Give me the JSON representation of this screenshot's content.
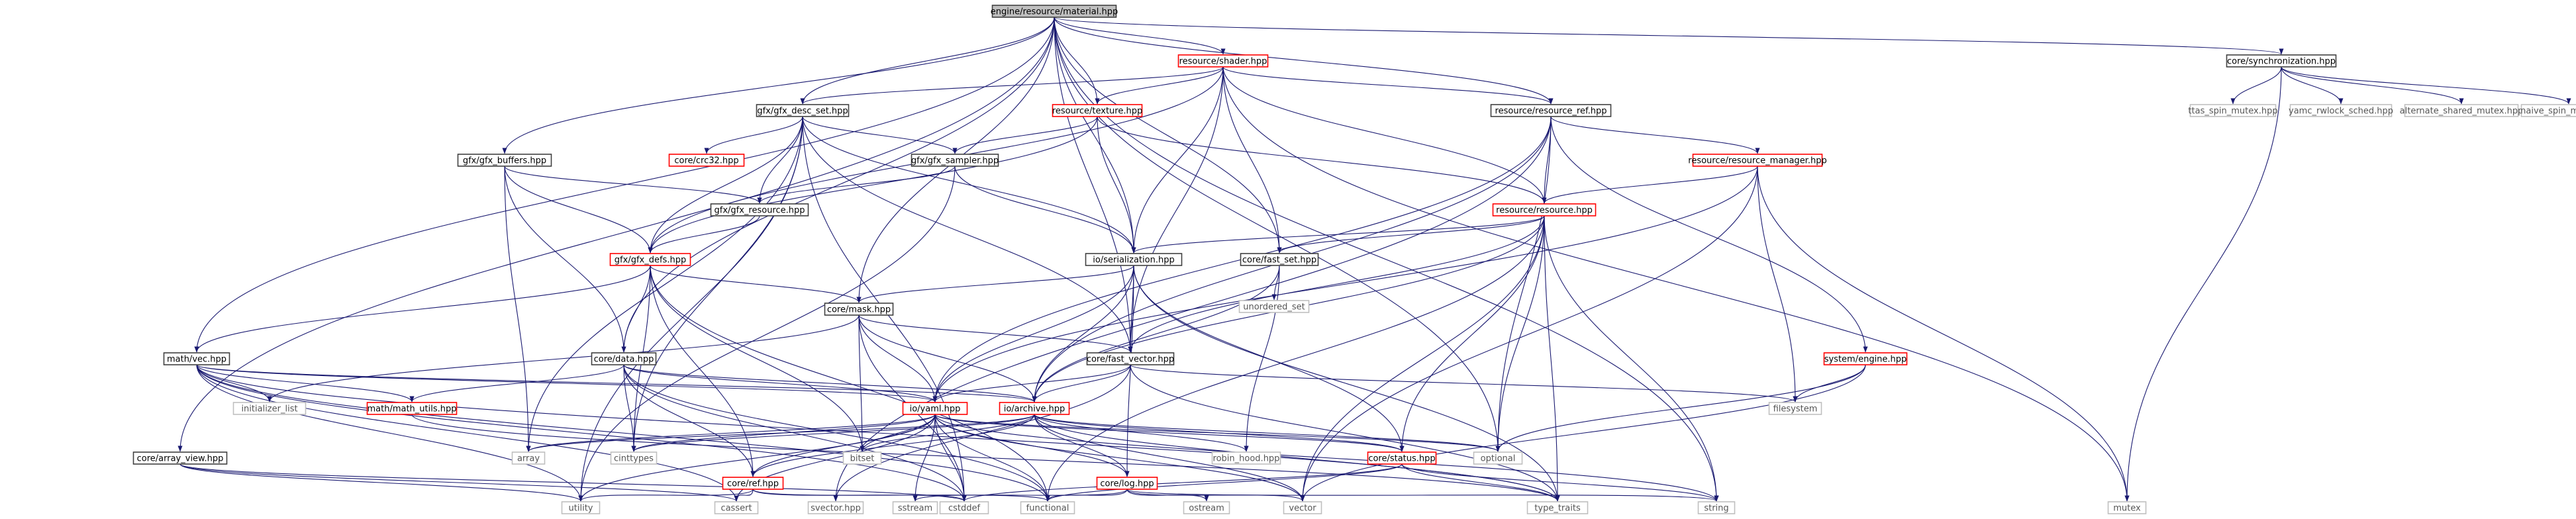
{
  "diagram": {
    "type": "include-dependency-graph",
    "nodes": [
      {
        "id": "n0",
        "label": "engine/resource/material.hpp",
        "kind": "root"
      },
      {
        "id": "n1",
        "label": "core/synchronization.hpp",
        "kind": "int"
      },
      {
        "id": "n2",
        "label": "resource/shader.hpp",
        "kind": "red"
      },
      {
        "id": "n3",
        "label": "gfx/gfx_desc_set.hpp",
        "kind": "int"
      },
      {
        "id": "n4",
        "label": "resource/texture.hpp",
        "kind": "red"
      },
      {
        "id": "n5",
        "label": "resource/resource_ref.hpp",
        "kind": "int"
      },
      {
        "id": "n6",
        "label": "ttas_spin_mutex.hpp",
        "kind": "ext"
      },
      {
        "id": "n7",
        "label": "yamc_rwlock_sched.hpp",
        "kind": "ext"
      },
      {
        "id": "n8",
        "label": "alternate_shared_mutex.hpp",
        "kind": "ext"
      },
      {
        "id": "n9",
        "label": "naive_spin_mutex.hpp",
        "kind": "ext"
      },
      {
        "id": "n10",
        "label": "core/crc32.hpp",
        "kind": "red"
      },
      {
        "id": "n11",
        "label": "gfx/gfx_buffers.hpp",
        "kind": "int"
      },
      {
        "id": "n12",
        "label": "gfx/gfx_sampler.hpp",
        "kind": "int"
      },
      {
        "id": "n13",
        "label": "resource/resource_manager.hpp",
        "kind": "red"
      },
      {
        "id": "n14",
        "label": "gfx/gfx_resource.hpp",
        "kind": "int"
      },
      {
        "id": "n15",
        "label": "resource/resource.hpp",
        "kind": "red"
      },
      {
        "id": "n16",
        "label": "gfx/gfx_defs.hpp",
        "kind": "red"
      },
      {
        "id": "n17",
        "label": "io/serialization.hpp",
        "kind": "int"
      },
      {
        "id": "n18",
        "label": "core/fast_set.hpp",
        "kind": "int"
      },
      {
        "id": "n19",
        "label": "unordered_set",
        "kind": "ext"
      },
      {
        "id": "n20",
        "label": "core/mask.hpp",
        "kind": "int"
      },
      {
        "id": "n21",
        "label": "math/vec.hpp",
        "kind": "int"
      },
      {
        "id": "n22",
        "label": "core/data.hpp",
        "kind": "int"
      },
      {
        "id": "n23",
        "label": "core/fast_vector.hpp",
        "kind": "int"
      },
      {
        "id": "n24",
        "label": "system/engine.hpp",
        "kind": "red"
      },
      {
        "id": "n25",
        "label": "initializer_list",
        "kind": "ext"
      },
      {
        "id": "n26",
        "label": "math/math_utils.hpp",
        "kind": "red"
      },
      {
        "id": "n27",
        "label": "io/yaml.hpp",
        "kind": "red"
      },
      {
        "id": "n28",
        "label": "io/archive.hpp",
        "kind": "red"
      },
      {
        "id": "n29",
        "label": "filesystem",
        "kind": "ext"
      },
      {
        "id": "n30",
        "label": "core/array_view.hpp",
        "kind": "int"
      },
      {
        "id": "n31",
        "label": "array",
        "kind": "ext"
      },
      {
        "id": "n32",
        "label": "cinttypes",
        "kind": "ext"
      },
      {
        "id": "n33",
        "label": "bitset",
        "kind": "ext"
      },
      {
        "id": "n34",
        "label": "robin_hood.hpp",
        "kind": "ext"
      },
      {
        "id": "n35",
        "label": "core/status.hpp",
        "kind": "red"
      },
      {
        "id": "n36",
        "label": "optional",
        "kind": "ext"
      },
      {
        "id": "n37",
        "label": "core/ref.hpp",
        "kind": "red"
      },
      {
        "id": "n38",
        "label": "core/log.hpp",
        "kind": "red"
      },
      {
        "id": "n39",
        "label": "utility",
        "kind": "ext"
      },
      {
        "id": "n40",
        "label": "cassert",
        "kind": "ext"
      },
      {
        "id": "n41",
        "label": "svector.hpp",
        "kind": "ext"
      },
      {
        "id": "n42",
        "label": "sstream",
        "kind": "ext"
      },
      {
        "id": "n43",
        "label": "cstddef",
        "kind": "ext"
      },
      {
        "id": "n44",
        "label": "functional",
        "kind": "ext"
      },
      {
        "id": "n45",
        "label": "ostream",
        "kind": "ext"
      },
      {
        "id": "n46",
        "label": "vector",
        "kind": "ext"
      },
      {
        "id": "n47",
        "label": "type_traits",
        "kind": "ext"
      },
      {
        "id": "n48",
        "label": "string",
        "kind": "ext"
      },
      {
        "id": "n49",
        "label": "mutex",
        "kind": "ext"
      }
    ],
    "edges": [
      [
        "n0",
        "n1"
      ],
      [
        "n0",
        "n2"
      ],
      [
        "n0",
        "n3"
      ],
      [
        "n0",
        "n4"
      ],
      [
        "n0",
        "n5"
      ],
      [
        "n0",
        "n11"
      ],
      [
        "n0",
        "n17"
      ],
      [
        "n0",
        "n18"
      ],
      [
        "n0",
        "n20"
      ],
      [
        "n0",
        "n21"
      ],
      [
        "n0",
        "n22"
      ],
      [
        "n0",
        "n23"
      ],
      [
        "n0",
        "n30"
      ],
      [
        "n0",
        "n36"
      ],
      [
        "n0",
        "n48"
      ],
      [
        "n1",
        "n6"
      ],
      [
        "n1",
        "n7"
      ],
      [
        "n1",
        "n8"
      ],
      [
        "n1",
        "n9"
      ],
      [
        "n1",
        "n49"
      ],
      [
        "n2",
        "n3"
      ],
      [
        "n2",
        "n4"
      ],
      [
        "n2",
        "n5"
      ],
      [
        "n2",
        "n15"
      ],
      [
        "n2",
        "n16"
      ],
      [
        "n2",
        "n17"
      ],
      [
        "n2",
        "n18"
      ],
      [
        "n2",
        "n23"
      ],
      [
        "n2",
        "n49"
      ],
      [
        "n3",
        "n10"
      ],
      [
        "n3",
        "n12"
      ],
      [
        "n3",
        "n14"
      ],
      [
        "n3",
        "n16"
      ],
      [
        "n3",
        "n17"
      ],
      [
        "n3",
        "n23"
      ],
      [
        "n3",
        "n31"
      ],
      [
        "n3",
        "n32"
      ],
      [
        "n3",
        "n39"
      ],
      [
        "n3",
        "n43"
      ],
      [
        "n4",
        "n12"
      ],
      [
        "n4",
        "n15"
      ],
      [
        "n4",
        "n16"
      ],
      [
        "n4",
        "n17"
      ],
      [
        "n5",
        "n13"
      ],
      [
        "n5",
        "n15"
      ],
      [
        "n5",
        "n24"
      ],
      [
        "n5",
        "n27"
      ],
      [
        "n5",
        "n28"
      ],
      [
        "n5",
        "n36"
      ],
      [
        "n5",
        "n41"
      ],
      [
        "n11",
        "n14"
      ],
      [
        "n11",
        "n16"
      ],
      [
        "n11",
        "n22"
      ],
      [
        "n11",
        "n31"
      ],
      [
        "n12",
        "n14"
      ],
      [
        "n12",
        "n17"
      ],
      [
        "n12",
        "n39"
      ],
      [
        "n13",
        "n15"
      ],
      [
        "n13",
        "n27"
      ],
      [
        "n13",
        "n29"
      ],
      [
        "n13",
        "n46"
      ],
      [
        "n13",
        "n49"
      ],
      [
        "n14",
        "n16"
      ],
      [
        "n15",
        "n17"
      ],
      [
        "n15",
        "n18"
      ],
      [
        "n15",
        "n23"
      ],
      [
        "n15",
        "n28"
      ],
      [
        "n15",
        "n35"
      ],
      [
        "n15",
        "n36"
      ],
      [
        "n15",
        "n44"
      ],
      [
        "n15",
        "n46"
      ],
      [
        "n15",
        "n47"
      ],
      [
        "n15",
        "n48"
      ],
      [
        "n16",
        "n20"
      ],
      [
        "n16",
        "n21"
      ],
      [
        "n16",
        "n22"
      ],
      [
        "n16",
        "n32"
      ],
      [
        "n16",
        "n33"
      ],
      [
        "n16",
        "n37"
      ],
      [
        "n16",
        "n44"
      ],
      [
        "n17",
        "n20"
      ],
      [
        "n17",
        "n23"
      ],
      [
        "n17",
        "n27"
      ],
      [
        "n17",
        "n28"
      ],
      [
        "n17",
        "n35"
      ],
      [
        "n17",
        "n38"
      ],
      [
        "n17",
        "n47"
      ],
      [
        "n18",
        "n19"
      ],
      [
        "n18",
        "n28"
      ],
      [
        "n18",
        "n34"
      ],
      [
        "n20",
        "n23"
      ],
      [
        "n20",
        "n25"
      ],
      [
        "n20",
        "n27"
      ],
      [
        "n20",
        "n28"
      ],
      [
        "n20",
        "n33"
      ],
      [
        "n20",
        "n43"
      ],
      [
        "n21",
        "n25"
      ],
      [
        "n21",
        "n26"
      ],
      [
        "n21",
        "n27"
      ],
      [
        "n21",
        "n28"
      ],
      [
        "n21",
        "n39"
      ],
      [
        "n21",
        "n40"
      ],
      [
        "n21",
        "n43"
      ],
      [
        "n21",
        "n44"
      ],
      [
        "n21",
        "n47"
      ],
      [
        "n22",
        "n26"
      ],
      [
        "n22",
        "n27"
      ],
      [
        "n22",
        "n28"
      ],
      [
        "n22",
        "n32"
      ],
      [
        "n22",
        "n37"
      ],
      [
        "n22",
        "n43"
      ],
      [
        "n22",
        "n44"
      ],
      [
        "n23",
        "n27"
      ],
      [
        "n23",
        "n28"
      ],
      [
        "n23",
        "n29"
      ],
      [
        "n23",
        "n41"
      ],
      [
        "n23",
        "n47"
      ],
      [
        "n24",
        "n29"
      ],
      [
        "n24",
        "n36"
      ],
      [
        "n24",
        "n46"
      ],
      [
        "n26",
        "n47"
      ],
      [
        "n27",
        "n31"
      ],
      [
        "n27",
        "n32"
      ],
      [
        "n27",
        "n33"
      ],
      [
        "n27",
        "n35"
      ],
      [
        "n27",
        "n36"
      ],
      [
        "n27",
        "n37"
      ],
      [
        "n27",
        "n38"
      ],
      [
        "n27",
        "n39"
      ],
      [
        "n27",
        "n40"
      ],
      [
        "n27",
        "n42"
      ],
      [
        "n27",
        "n43"
      ],
      [
        "n27",
        "n44"
      ],
      [
        "n27",
        "n46"
      ],
      [
        "n27",
        "n48"
      ],
      [
        "n28",
        "n31"
      ],
      [
        "n28",
        "n32"
      ],
      [
        "n28",
        "n33"
      ],
      [
        "n28",
        "n34"
      ],
      [
        "n28",
        "n35"
      ],
      [
        "n28",
        "n36"
      ],
      [
        "n28",
        "n37"
      ],
      [
        "n28",
        "n38"
      ],
      [
        "n28",
        "n46"
      ],
      [
        "n28",
        "n47"
      ],
      [
        "n30",
        "n39"
      ],
      [
        "n30",
        "n40"
      ],
      [
        "n30",
        "n43"
      ],
      [
        "n35",
        "n43"
      ],
      [
        "n35",
        "n44"
      ],
      [
        "n35",
        "n47"
      ],
      [
        "n35",
        "n48"
      ],
      [
        "n37",
        "n39"
      ],
      [
        "n37",
        "n40"
      ],
      [
        "n37",
        "n43"
      ],
      [
        "n37",
        "n44"
      ],
      [
        "n38",
        "n42"
      ],
      [
        "n38",
        "n44"
      ],
      [
        "n38",
        "n45"
      ],
      [
        "n38",
        "n46"
      ],
      [
        "n38",
        "n48"
      ]
    ]
  }
}
